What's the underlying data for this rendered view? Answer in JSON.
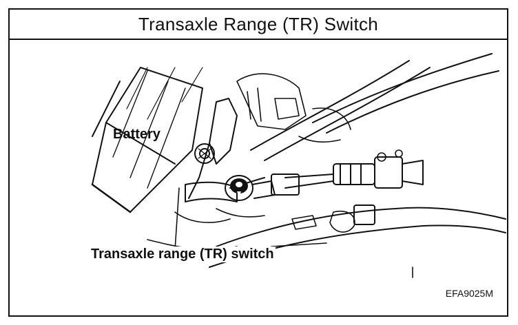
{
  "title": "Transaxle Range (TR) Switch",
  "labels": {
    "battery": "Battery",
    "tr_switch": "Transaxle range (TR) switch"
  },
  "figure_code": "EFA9025M",
  "colors": {
    "ink": "#111111",
    "paper": "#ffffff"
  }
}
